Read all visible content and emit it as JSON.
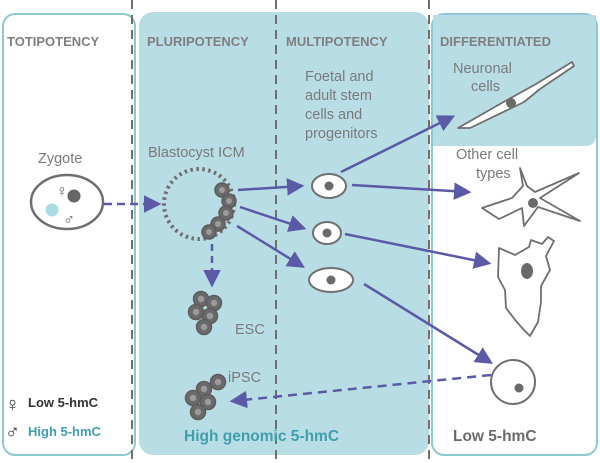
{
  "colors": {
    "panel": "#b9dde4",
    "panel_border": "#8ec8d3",
    "arrow": "#5b5aa6",
    "cell_stroke": "#6f6f6f",
    "nucleus": "#707070",
    "text_gray": "#7a7a7a",
    "text_teal": "#3f9fae",
    "dash_line": "#6f6f6f",
    "male_dot": "#a8dde6"
  },
  "headers": {
    "totipotency": "TOTIPOTENCY",
    "pluripotency": "PLURIPOTENCY",
    "multipotency": "MULTIPOTENCY",
    "differentiated": "DIFFERENTIATED"
  },
  "labels": {
    "zygote": "Zygote",
    "blastocyst": "Blastocyst ICM",
    "esc": "ESC",
    "ipsc": "iPSC",
    "stem_line1": "Foetal and",
    "stem_line2": "adult stem",
    "stem_line3": "cells and",
    "stem_line4": "progenitors",
    "neuronal_line1": "Neuronal",
    "neuronal_line2": "cells",
    "other_line1": "Other cell",
    "other_line2": "types",
    "female_symbol": "♀",
    "male_symbol": "♂"
  },
  "footer": {
    "high_genomic": "High genomic 5-hmC",
    "low_5hmc": "Low 5-hmC"
  },
  "legend": {
    "female_symbol": "♀",
    "female_text": "Low 5-hmC",
    "male_symbol": "♂",
    "male_text": "High 5-hmC"
  }
}
